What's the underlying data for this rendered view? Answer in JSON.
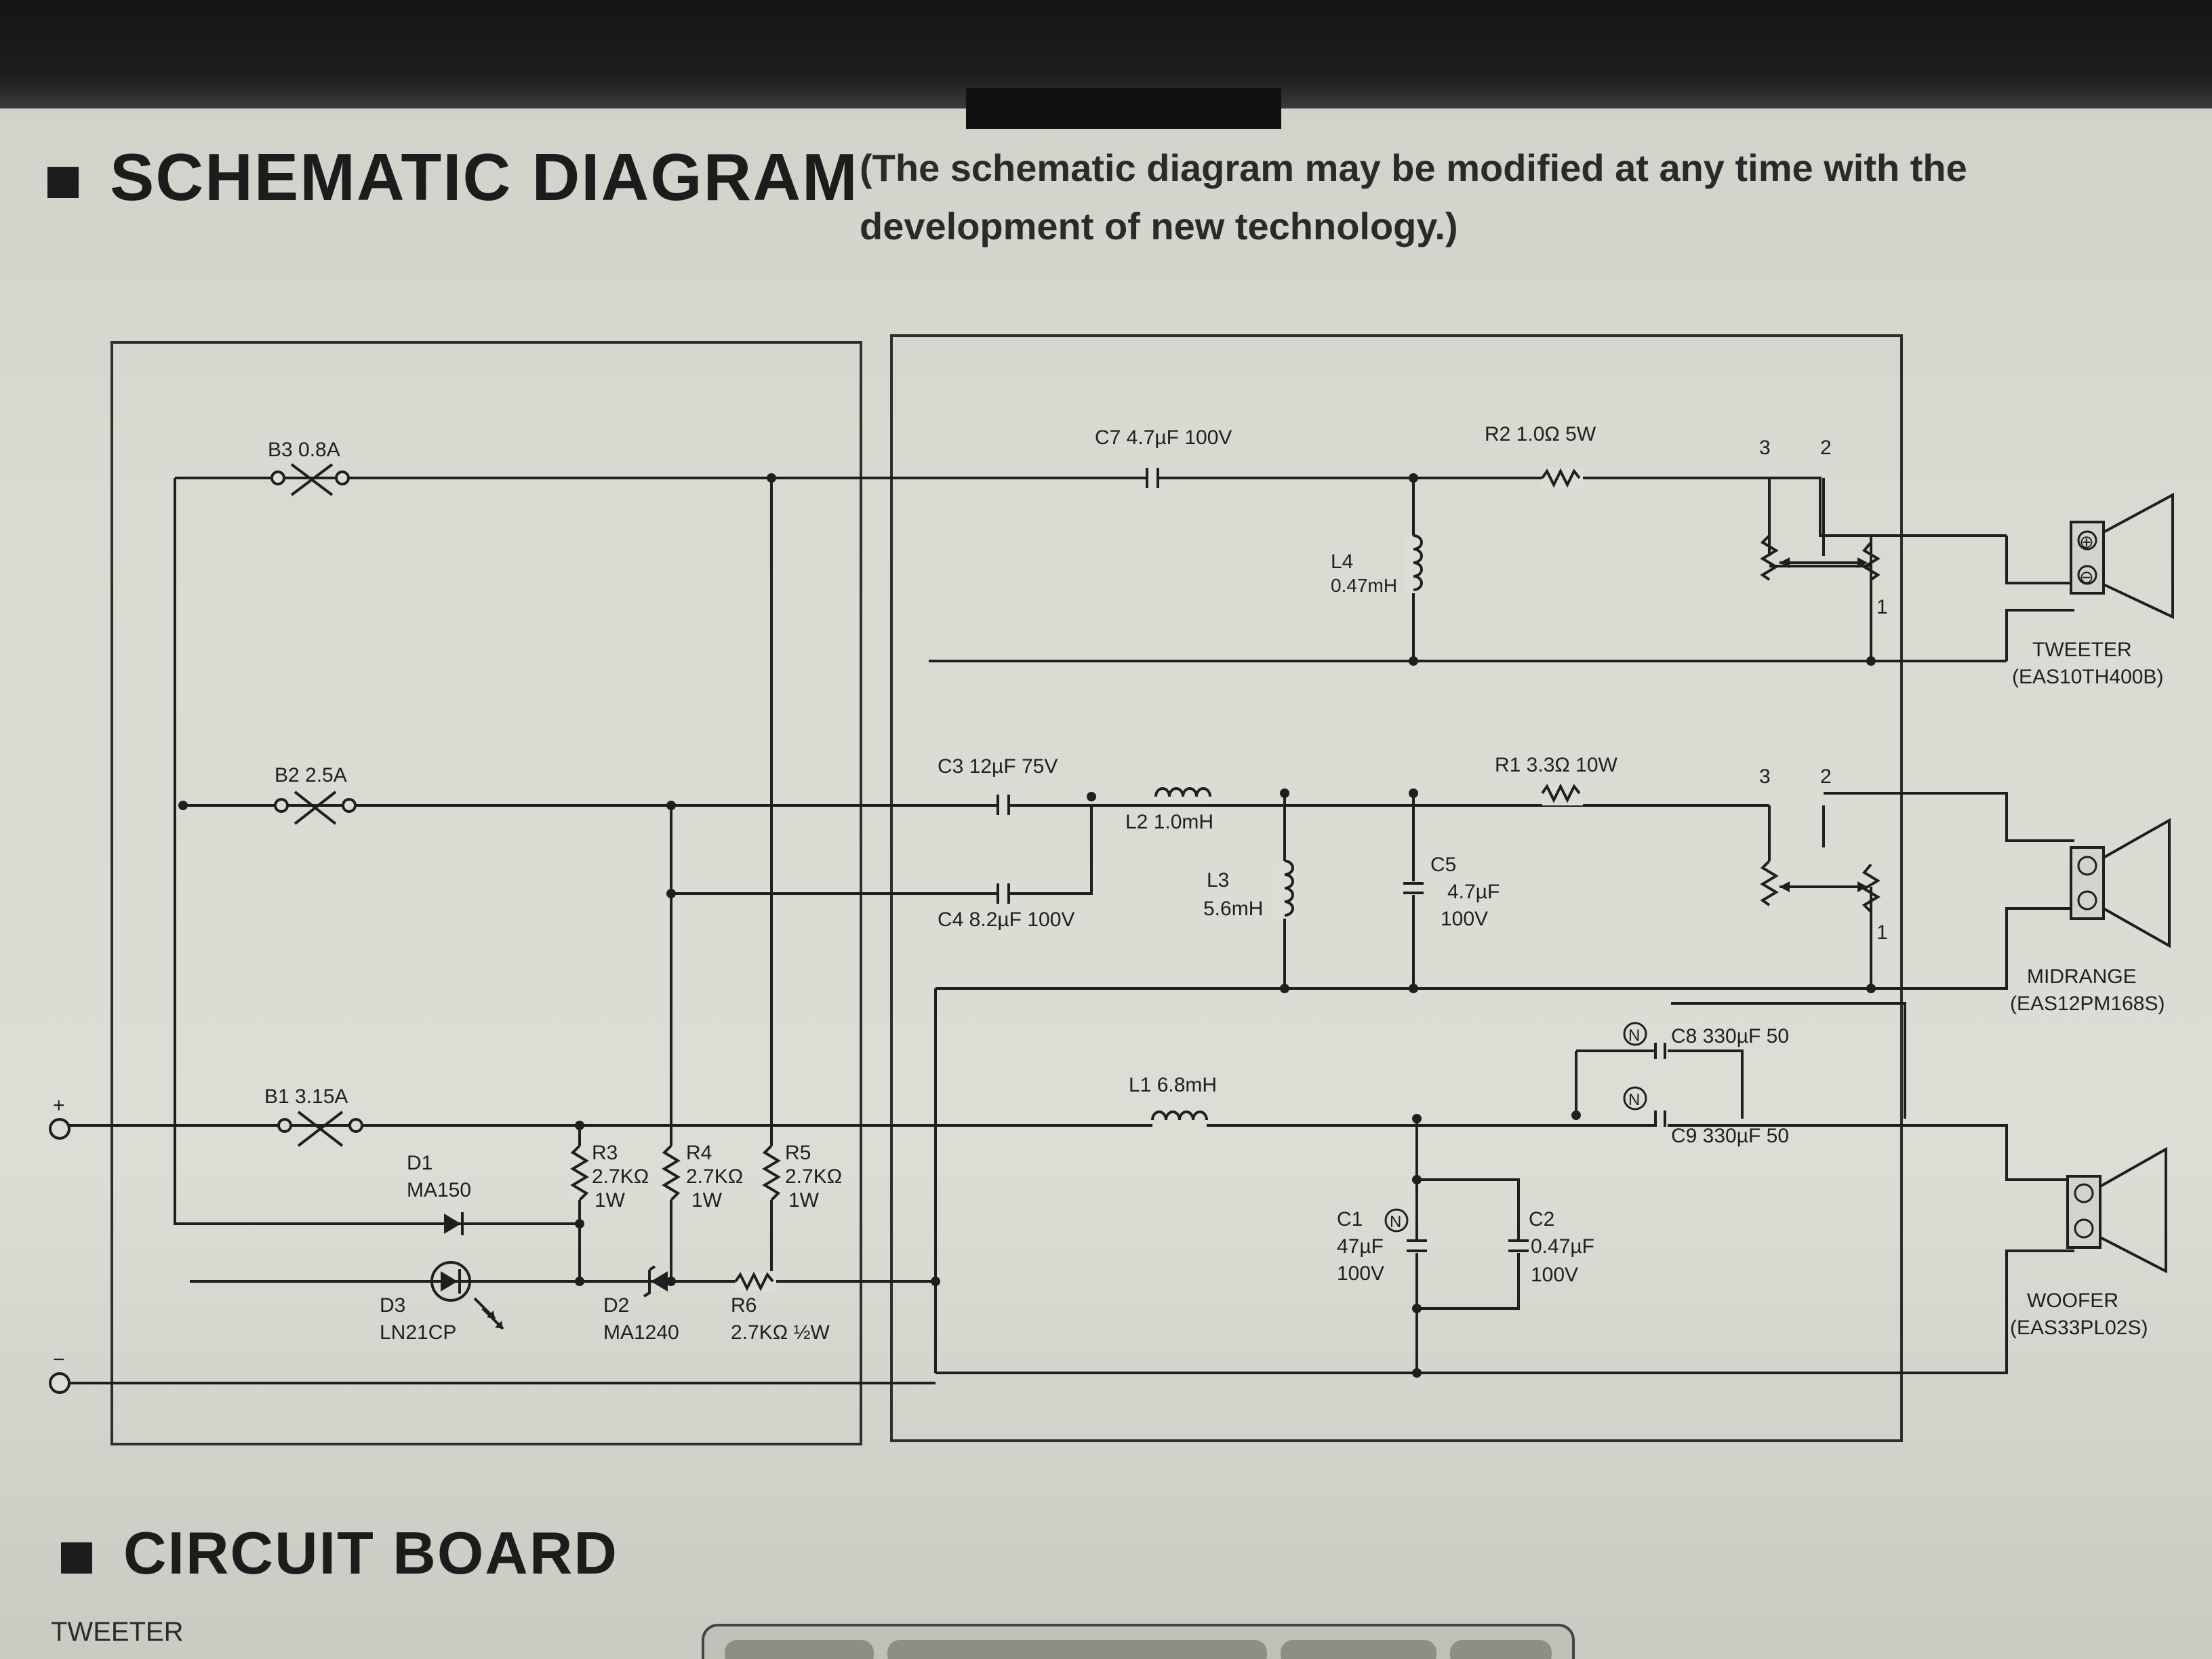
{
  "header": {
    "title": "SCHEMATIC DIAGRAM",
    "note_line1": "(The schematic diagram may be modified at any time with the",
    "note_line2": "development of new technology.)"
  },
  "components": {
    "b3": "B3 0.8A",
    "b2": "B2 2.5A",
    "b1": "B1 3.15A",
    "c7": "C7 4.7µF 100V",
    "r2": "R2 1.0Ω 5W",
    "l4_name": "L4",
    "l4_value": "0.47mH",
    "c3": "C3 12µF 75V",
    "c4": "C4 8.2µF 100V",
    "l2": "L2 1.0mH",
    "l3_name": "L3",
    "l3_value": "5.6mH",
    "c5_name": "C5",
    "c5_value": "4.7µF",
    "c5_volt": "100V",
    "r1": "R1 3.3Ω 10W",
    "l1": "L1 6.8mH",
    "c8": "C8 330µF 50",
    "c9": "C9 330µF 50",
    "c1_name": "C1",
    "c1_value": "47µF",
    "c1_volt": "100V",
    "c2_name": "C2",
    "c2_value": "0.47µF",
    "c2_volt": "100V",
    "d1_name": "D1",
    "d1_part": "MA150",
    "d2_name": "D2",
    "d2_part": "MA1240",
    "d3_name": "D3",
    "d3_part": "LN21CP",
    "r3_name": "R3",
    "r3_value": "2.7KΩ",
    "r3_watt": "1W",
    "r4_name": "R4",
    "r4_value": "2.7KΩ",
    "r4_watt": "1W",
    "r5_name": "R5",
    "r5_value": "2.7KΩ",
    "r5_watt": "1W",
    "r6_name": "R6",
    "r6_value": "2.7KΩ ½W",
    "pin3": "3",
    "pin2": "2",
    "pin1": "1",
    "nonpolar": "N",
    "plus": "+",
    "minus": "−",
    "input_pos": "⊕",
    "input_neg": "⊖"
  },
  "speakers": {
    "tweeter_label": "TWEETER",
    "tweeter_model": "(EAS10TH400B)",
    "midrange_label": "MIDRANGE",
    "midrange_model": "(EAS12PM168S)",
    "woofer_label": "WOOFER",
    "woofer_model": "(EAS33PL02S)"
  },
  "footer": {
    "section_title": "CIRCUIT BOARD",
    "tweeter_caption": "TWEETER"
  }
}
